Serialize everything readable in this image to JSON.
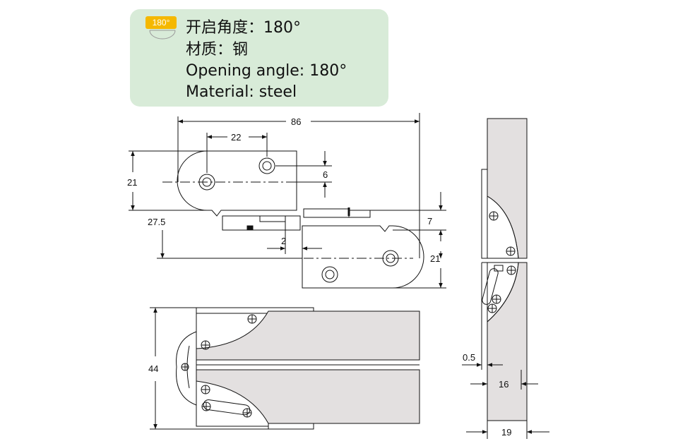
{
  "spec": {
    "badge_label": "180°",
    "line1": "开启角度：180°",
    "line2": "材质：钢",
    "line3": "Opening angle: 180°",
    "line4": "Material: steel"
  },
  "dimensions": {
    "d86": "86",
    "d22": "22",
    "d6": "6",
    "d21_left": "21",
    "d27_5": "27.5",
    "d7": "7",
    "d2": "2",
    "d21_right": "21",
    "d44": "44",
    "d0_5": "0.5",
    "d16": "16",
    "d19": "19"
  },
  "colors": {
    "panel": "#d8ebd8",
    "badge": "#f5b800",
    "leaf_fill": "#e3e0e0",
    "line": "#111111"
  }
}
